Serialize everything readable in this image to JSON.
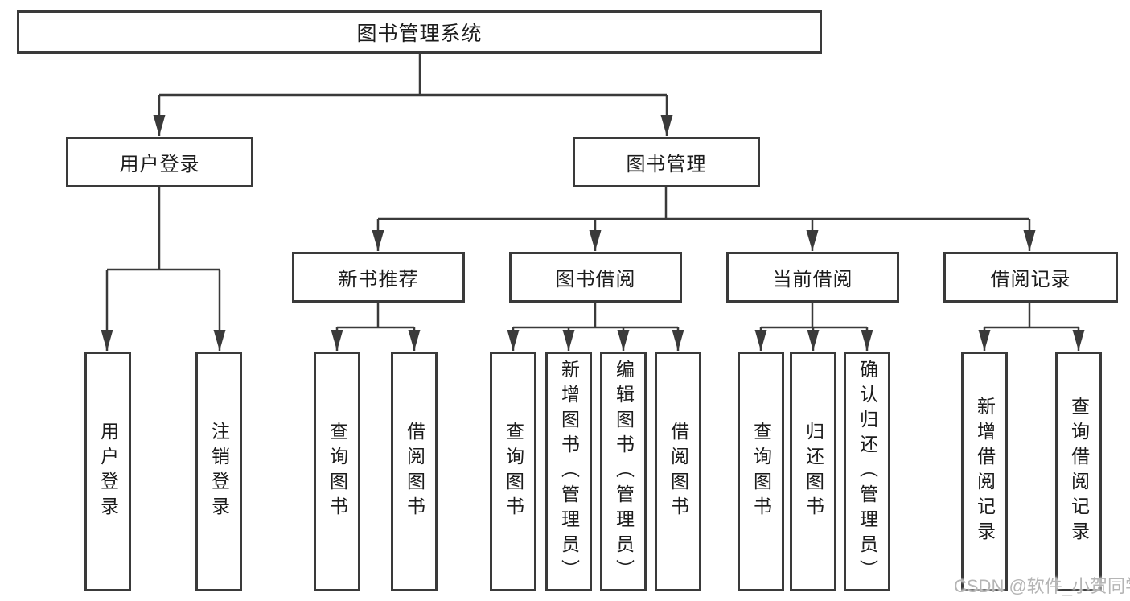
{
  "title_node": {
    "label": "图书管理系统"
  },
  "level2": [
    {
      "id": "user-login",
      "label": "用户登录"
    },
    {
      "id": "book-management",
      "label": "图书管理"
    }
  ],
  "level3": [
    {
      "id": "new-book-recommend",
      "label": "新书推荐"
    },
    {
      "id": "book-borrow",
      "label": "图书借阅"
    },
    {
      "id": "current-borrow",
      "label": "当前借阅"
    },
    {
      "id": "borrow-record",
      "label": "借阅记录"
    }
  ],
  "leaves": [
    {
      "parent": "user-login",
      "label": "用户登录"
    },
    {
      "parent": "user-login",
      "label": "注销登录"
    },
    {
      "parent": "new-book-recommend",
      "label": "查询图书"
    },
    {
      "parent": "new-book-recommend",
      "label": "借阅图书"
    },
    {
      "parent": "book-borrow",
      "label": "查询图书"
    },
    {
      "parent": "book-borrow",
      "label": "新增图书（管理员）"
    },
    {
      "parent": "book-borrow",
      "label": "编辑图书（管理员）"
    },
    {
      "parent": "book-borrow",
      "label": "借阅图书"
    },
    {
      "parent": "current-borrow",
      "label": "查询图书"
    },
    {
      "parent": "current-borrow",
      "label": "归还图书"
    },
    {
      "parent": "current-borrow",
      "label": "确认归还（管理员）"
    },
    {
      "parent": "borrow-record",
      "label": "新增借阅记录"
    },
    {
      "parent": "borrow-record",
      "label": "查询借阅记录"
    }
  ],
  "watermark": {
    "text": "CSDN @软件_小贺同学"
  },
  "colors": {
    "line": "#3a3a3a",
    "text": "#1c1c1c",
    "watermark": "#b5b5b5",
    "background": "#ffffff"
  }
}
